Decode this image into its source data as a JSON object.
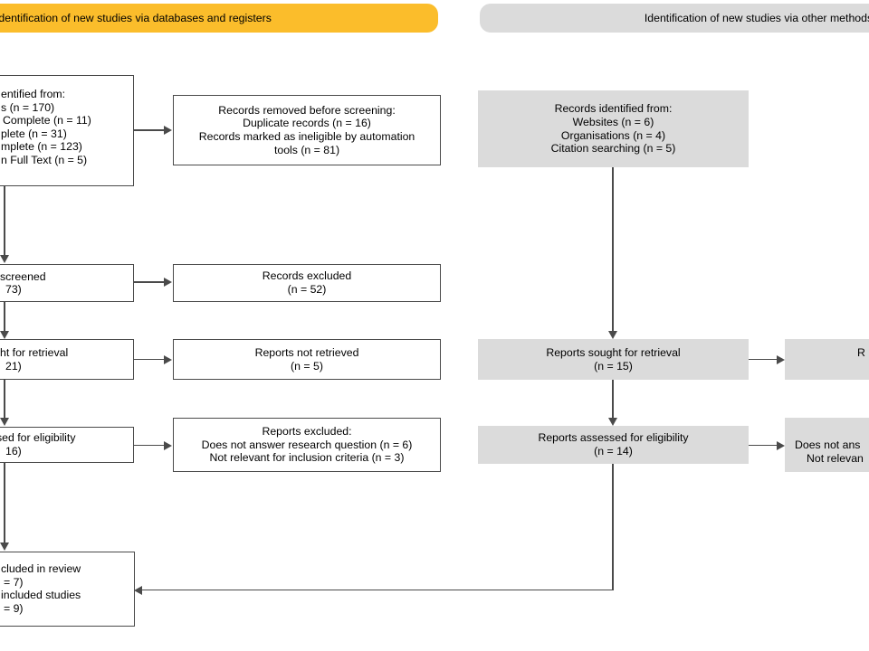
{
  "banners": {
    "databases": {
      "label": "Identification of new studies via databases and registers"
    },
    "other": {
      "label": "Identification of new studies via other methods"
    }
  },
  "colors": {
    "banner_yellow": "#fbbd2b",
    "box_gray": "#dbdbdb",
    "line": "#4a4a4a",
    "box_border": "#4a4a4a"
  },
  "boxes": {
    "left_identification": {
      "lines": [
        "entified from:",
        "s (n = 170)",
        "Complete (n = 11)",
        "plete (n = 31)",
        "mplete (n = 123)",
        "n Full Text (n = 5)"
      ]
    },
    "left_screened": {
      "lines": [
        "screened",
        "73)"
      ]
    },
    "left_retrieval": {
      "lines": [
        "ht for retrieval",
        "21)"
      ]
    },
    "left_eligibility": {
      "lines": [
        "sed for eligibility",
        "16)"
      ]
    },
    "left_included": {
      "lines": [
        "cluded in review",
        "= 7)",
        "included studies",
        "= 9)"
      ]
    },
    "removed_before_screening": {
      "lines": [
        "Records removed before screening:",
        "Duplicate records (n = 16)",
        "Records marked as ineligible by automation",
        "tools (n = 81)"
      ]
    },
    "records_excluded": {
      "lines": [
        "Records excluded",
        "(n = 52)"
      ]
    },
    "reports_not_retrieved": {
      "lines": [
        "Reports not retrieved",
        "(n = 5)"
      ]
    },
    "reports_excluded": {
      "lines": [
        "Reports excluded:",
        "Does not answer research question (n = 6)",
        "Not relevant for inclusion criteria (n = 3)"
      ]
    },
    "other_identified": {
      "lines": [
        "Records identified from:",
        "Websites (n = 6)",
        "Organisations (n = 4)",
        "Citation searching (n = 5)"
      ]
    },
    "other_sought": {
      "lines": [
        "Reports sought for retrieval",
        "(n = 15)"
      ]
    },
    "other_assessed": {
      "lines": [
        "Reports assessed for eligibility",
        "(n = 14)"
      ]
    },
    "other_not_retrieved_clipped": {
      "lines": [
        "R"
      ]
    },
    "other_excluded_clipped": {
      "lines": [
        "Does not ans",
        "Not relevan"
      ]
    }
  }
}
